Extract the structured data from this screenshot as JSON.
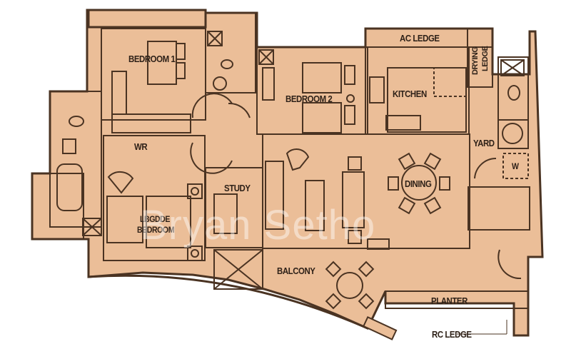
{
  "floor_plan": {
    "colors": {
      "fill": "#EBBE98",
      "wall": "#4A3322",
      "line": "#5A4030",
      "background": "#FFFFFF"
    },
    "rooms": [
      {
        "id": "bedroom1",
        "label": "BEDROOM 1"
      },
      {
        "id": "bedroom2",
        "label": "BEDROOM 2"
      },
      {
        "id": "kitchen",
        "label": "KITCHEN"
      },
      {
        "id": "ac_ledge",
        "label": "AC LEDGE"
      },
      {
        "id": "drying_ledge",
        "label_line1": "DRYING",
        "label_line2": "LEDGE"
      },
      {
        "id": "yard",
        "label": "YARD"
      },
      {
        "id": "washer",
        "label": "W"
      },
      {
        "id": "wr",
        "label": "WR"
      },
      {
        "id": "study",
        "label": "STUDY"
      },
      {
        "id": "dining",
        "label": "DINING"
      },
      {
        "id": "master_bedroom",
        "label_line1": "LBGDDE",
        "label_line2": "BEDROOM"
      },
      {
        "id": "balcony",
        "label": "BALCONY"
      },
      {
        "id": "planter",
        "label": "PLANTER"
      },
      {
        "id": "rc_ledge",
        "label": "RC LEDGE"
      }
    ],
    "watermark": "Bryan Setho"
  }
}
